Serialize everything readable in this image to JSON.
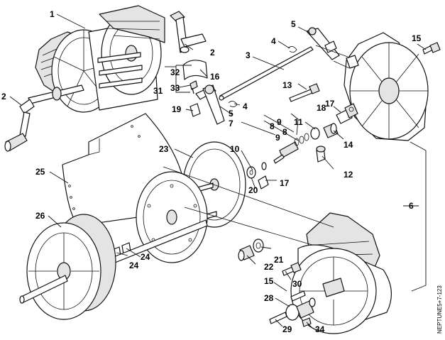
{
  "diagram": {
    "reference_code": "NEPTUNE5+7-123",
    "callouts": [
      "1",
      "2",
      "2",
      "3",
      "4",
      "4",
      "5",
      "5",
      "6",
      "7",
      "8",
      "8",
      "9",
      "9",
      "10",
      "11",
      "12",
      "13",
      "14",
      "15",
      "15",
      "16",
      "17",
      "17",
      "18",
      "19",
      "20",
      "21",
      "22",
      "23",
      "24",
      "24",
      "25",
      "26",
      "28",
      "29",
      "30",
      "31",
      "32",
      "33",
      "34"
    ]
  }
}
